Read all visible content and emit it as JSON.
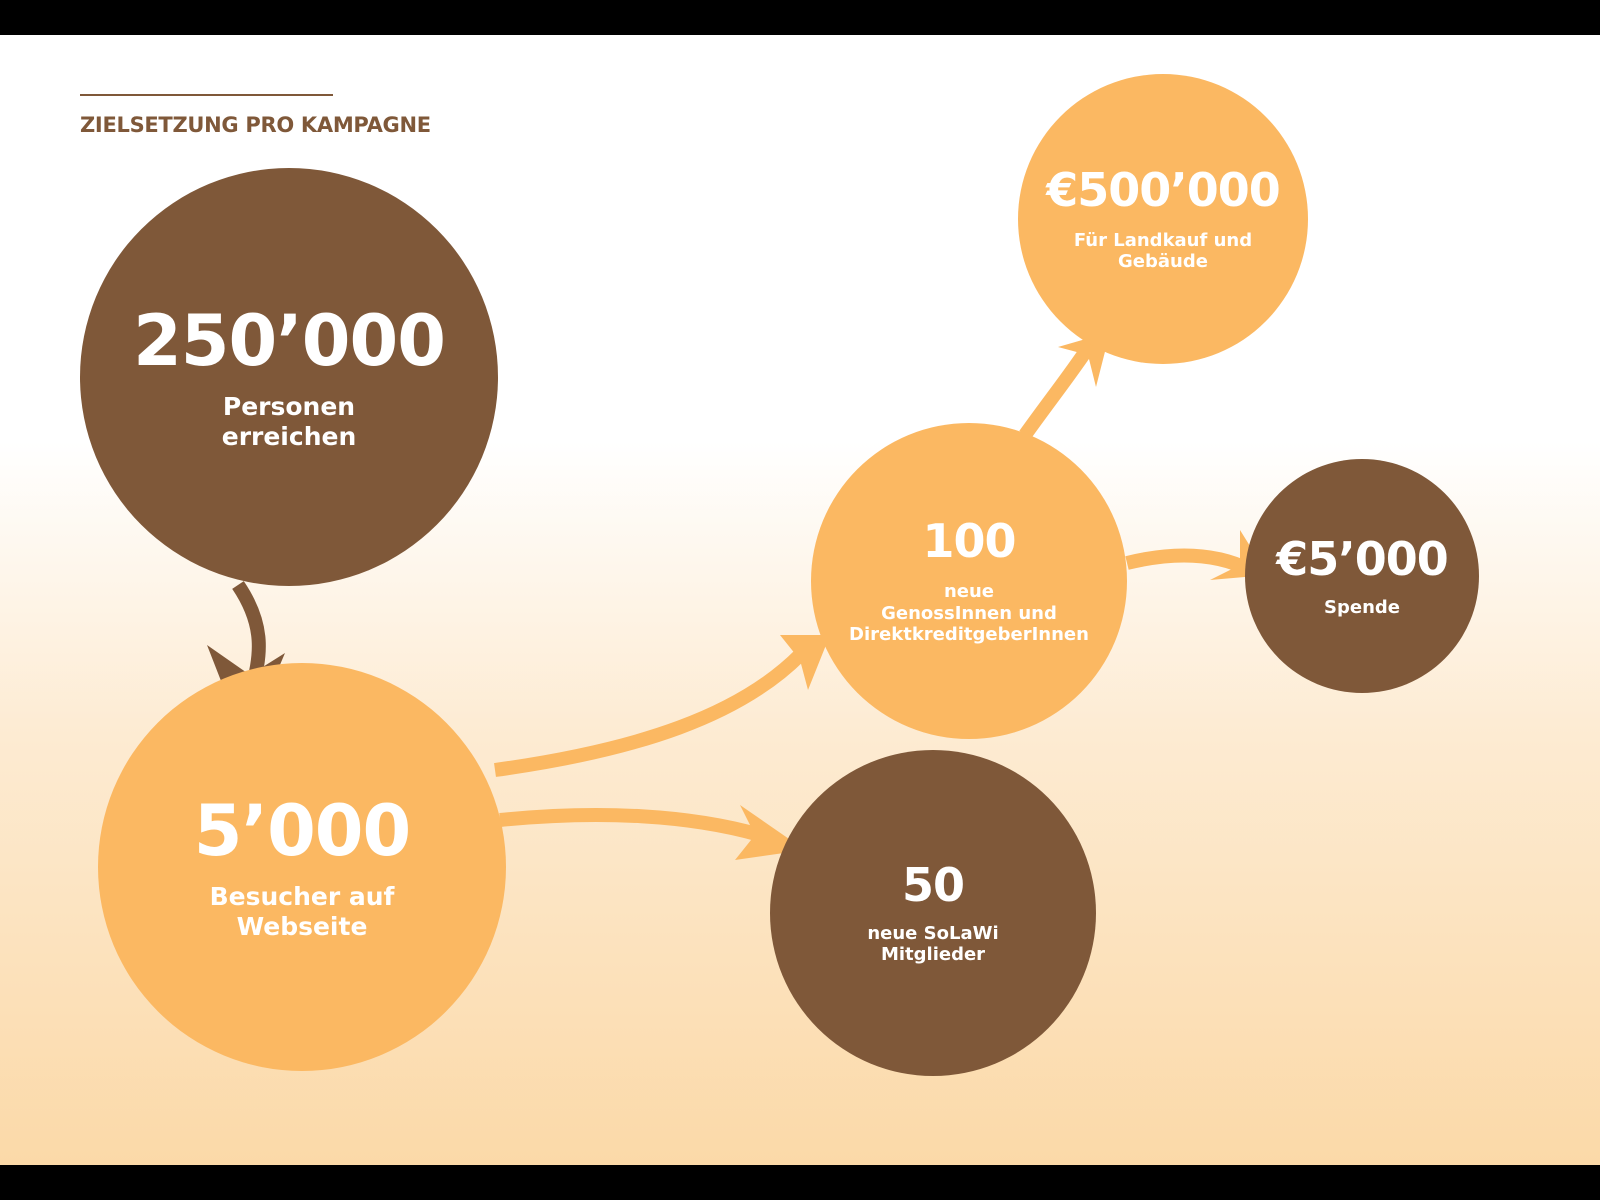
{
  "title": "ZIELSETZUNG PRO KAMPAGNE",
  "colors": {
    "brown": "#7f5839",
    "orange": "#fbb862"
  },
  "nodes": {
    "reach": {
      "value": "250’000",
      "label_1": "Personen",
      "label_2": "erreichen"
    },
    "visitors": {
      "value": "5’000",
      "label_1": "Besucher auf",
      "label_2": "Webseite"
    },
    "members": {
      "value": "100",
      "label_1": "neue",
      "label_2": "GenossInnen und",
      "label_3": "DirektkreditgeberInnen"
    },
    "land": {
      "value": "€500’000",
      "label_1": "Für Landkauf und",
      "label_2": "Gebäude"
    },
    "donation": {
      "value": "€5’000",
      "label_1": "Spende"
    },
    "solawi": {
      "value": "50",
      "label_1": "neue SoLaWi",
      "label_2": "Mitglieder"
    }
  }
}
